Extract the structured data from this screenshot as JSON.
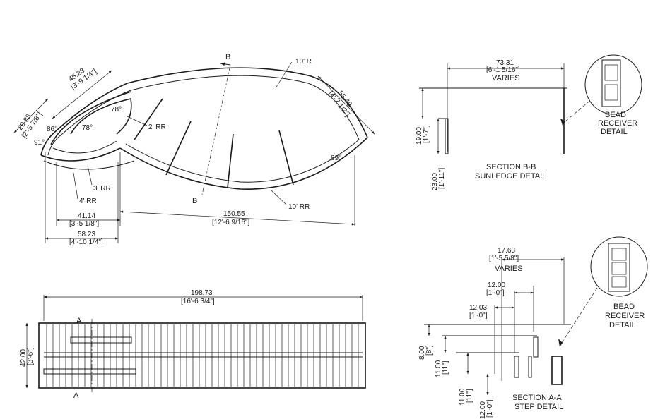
{
  "plan_view": {
    "dims": {
      "d45_23": {
        "value": "45.23",
        "imperial": "[3'-9 1/4\"]"
      },
      "d29_88": {
        "value": "29.88",
        "imperial": "[2'-5 7/8\"]"
      },
      "d55_49": {
        "value": "55.49",
        "imperial": "[4'-7 1/2\"]"
      },
      "d41_14": {
        "value": "41.14",
        "imperial": "[3'-5 1/8\"]"
      },
      "d58_23": {
        "value": "58.23",
        "imperial": "[4'-10 1/4\"]"
      },
      "d150_55": {
        "value": "150.55",
        "imperial": "[12'-6 9/16\"]"
      }
    },
    "angles": {
      "a78_top": "78°",
      "a78_mid": "78°",
      "a86": "86°",
      "a91": "91°",
      "a89": "89°"
    },
    "radii": {
      "r10": "10' R",
      "rr2": "2' RR",
      "rr3": "3' RR",
      "rr4": "4' RR",
      "rr10": "10' RR"
    },
    "section_mark": {
      "top": "B",
      "bottom": "B"
    }
  },
  "elevation_view": {
    "dims": {
      "d198_73": {
        "value": "198.73",
        "imperial": "[16'-6 3/4\"]"
      },
      "d42_00": {
        "value": "42.00",
        "imperial": "[3'-6\"]"
      }
    },
    "section_mark": {
      "top": "A",
      "bottom": "A"
    }
  },
  "section_bb": {
    "dims": {
      "d73_31": {
        "value": "73.31",
        "imperial": "[6'-1 5/16\"]",
        "note": "VARIES"
      },
      "d19_00": {
        "value": "19.00",
        "imperial": "[1'-7\"]"
      },
      "d23_00": {
        "value": "23.00",
        "imperial": "[1'-11\"]"
      }
    },
    "title1": "SECTION B-B",
    "title2": "SUNLEDGE DETAIL",
    "detail1": "BEAD",
    "detail2": "RECEIVER",
    "detail3": "DETAIL"
  },
  "section_aa": {
    "dims": {
      "d17_63": {
        "value": "17.63",
        "imperial": "[1'-5 5/8\"]",
        "note": "VARIES"
      },
      "d12_00a": {
        "value": "12.00",
        "imperial": "[1'-0\"]"
      },
      "d12_03": {
        "value": "12.03",
        "imperial": "[1'-0\"]"
      },
      "d8_00": {
        "value": "8.00",
        "imperial": "[8\"]"
      },
      "d11_00a": {
        "value": "11.00",
        "imperial": "[11\"]"
      },
      "d11_00b": {
        "value": "11.00",
        "imperial": "[11\"]"
      },
      "d12_00b": {
        "value": "12.00",
        "imperial": "[1'-0\"]"
      }
    },
    "title1": "SECTION A-A",
    "title2": "STEP DETAIL",
    "detail1": "BEAD",
    "detail2": "RECEIVER",
    "detail3": "DETAIL"
  }
}
